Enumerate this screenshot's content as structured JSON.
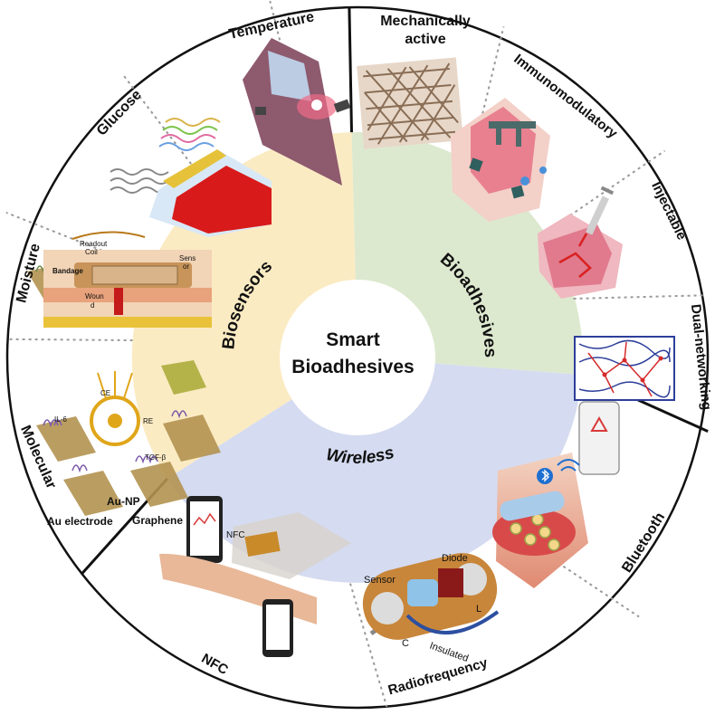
{
  "center": {
    "line1": "Smart",
    "line2": "Bioadhesives"
  },
  "categories": {
    "biosensors": "Biosensors",
    "bioadhesives": "Bioadhesives",
    "wireless": "Wireless"
  },
  "segments": {
    "temperature": "Temperature",
    "mechanical_line1": "Mechanically",
    "mechanical_line2": "active",
    "immunomodulatory": "Immunomodulatory",
    "injectable": "Injectable",
    "dual_networking": "Dual-networking",
    "bluetooth": "Bluetooth",
    "radiofrequency": "Radiofrequency",
    "nfc": "NFC",
    "molecular": "Molecular",
    "moisture": "Moisture",
    "glucose": "Glucose"
  },
  "illustration_labels": {
    "readout_coil_1": "Readout",
    "readout_coil_2": "Coil",
    "sensor_1": "Sens",
    "sensor_2": "or",
    "bandage": "Bandage",
    "wound_1": "Woun",
    "wound_2": "d",
    "au_np": "Au-NP",
    "au_electrode": "Au electrode",
    "graphene": "Graphene",
    "ce": "CE",
    "re": "RE",
    "il6": "IL-6",
    "tgf": "TGF-β",
    "nfc_tag": "NFC",
    "rf_sensor": "Sensor",
    "rf_diode": "Diode",
    "rf_c": "C",
    "rf_l": "L",
    "rf_insulated": "Insulated"
  },
  "colors": {
    "biosensors_ring": "#fbebc3",
    "bioadhesives_ring": "#dde9cf",
    "wireless_ring": "#d5dbf0",
    "divider_solid": "#111111",
    "divider_dotted": "#999999"
  }
}
